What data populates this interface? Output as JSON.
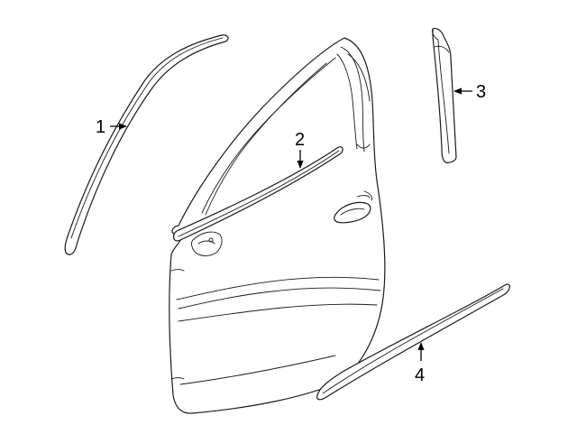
{
  "callouts": [
    {
      "number": "1",
      "part": "window-frame-molding"
    },
    {
      "number": "2",
      "part": "belt-weatherstrip"
    },
    {
      "number": "3",
      "part": "pillar-applique"
    },
    {
      "number": "4",
      "part": "body-side-molding"
    }
  ],
  "colors": {
    "line": "#1a1a1a",
    "background": "#ffffff"
  }
}
